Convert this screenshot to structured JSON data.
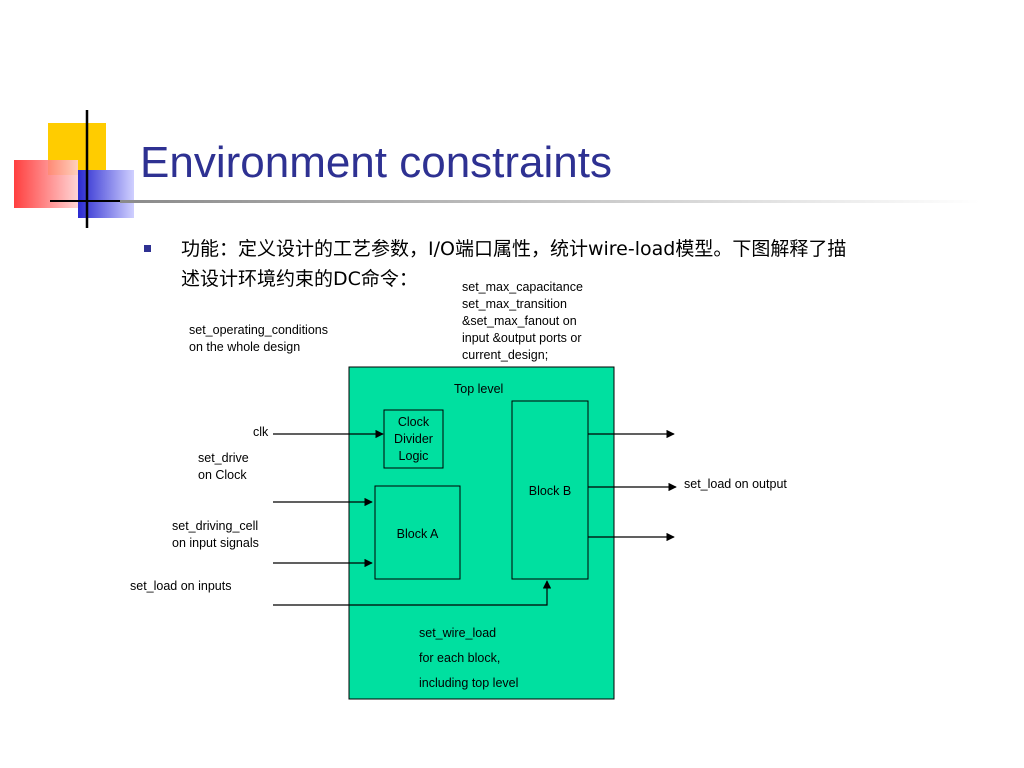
{
  "slide": {
    "title": "Environment constraints",
    "bullet_line1": "功能：定义设计的工艺参数，I/O端口属性，统计wire-load模型。下图解释了描",
    "bullet_line2": "述设计环境约束的DC命令："
  },
  "diagram": {
    "top_label": "Top level",
    "clock_block": [
      "Clock",
      "Divider",
      "Logic"
    ],
    "block_a": "Block A",
    "block_b": "Block B",
    "annotations": {
      "operating_conditions": [
        "set_operating_conditions",
        "on the whole design"
      ],
      "max_constraints": [
        "set_max_capacitance",
        "set_max_transition",
        "&set_max_fanout on",
        "input &output ports or",
        "current_design;"
      ],
      "clk": "clk",
      "set_drive": [
        "set_drive",
        "on Clock"
      ],
      "set_driving_cell": [
        "set_driving_cell",
        "on input signals"
      ],
      "set_load_inputs": "set_load on inputs",
      "set_load_output": "set_load on output",
      "wire_load": [
        "set_wire_load",
        "for each block,",
        "including top level"
      ]
    }
  },
  "colors": {
    "title": "#2e3192",
    "block_fill": "#00e0a0",
    "deco_yellow": "#ffcc00",
    "deco_blue": "#3333cc",
    "deco_red": "#ff3333"
  }
}
